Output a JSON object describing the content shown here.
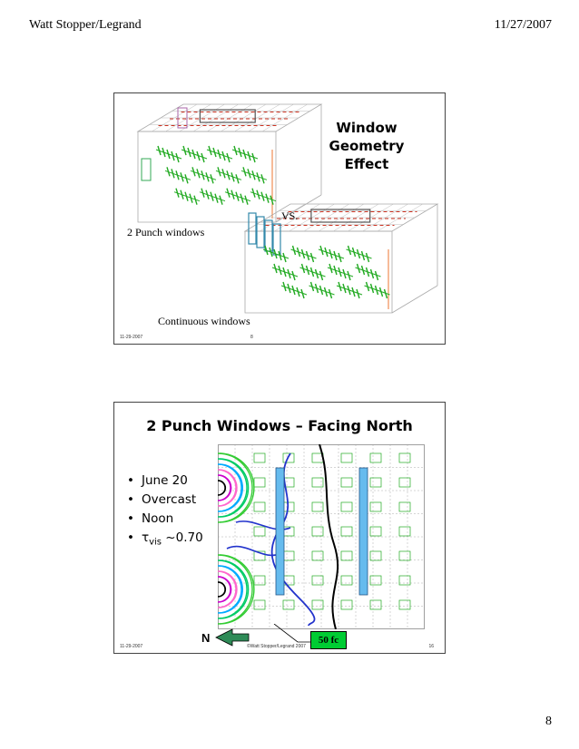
{
  "header": {
    "left": "Watt Stopper/Legrand",
    "right": "11/27/2007"
  },
  "page_number": "8",
  "slide1": {
    "title_lines": [
      "Window",
      "Geometry",
      "Effect"
    ],
    "label_punch": "2 Punch windows",
    "label_vs": "VS.",
    "label_continuous": "Continuous windows",
    "footer_date": "11-29-2007",
    "footer_num": "8"
  },
  "slide2": {
    "title": "2 Punch Windows – Facing North",
    "bullets": [
      "June 20",
      "Overcast",
      "Noon"
    ],
    "tvis_symbol": "τ",
    "tvis_sub": "vis",
    "tvis_value": " ~0.70",
    "north_label": "N",
    "fc_label": "50 fc",
    "footer_date": "11-29-2007",
    "footer_center": "©Watt Stopper/Legrand 2007",
    "footer_num": "16"
  },
  "colors": {
    "fc_badge": "#00cc33",
    "luminaire": "#66bbee",
    "furniture": "#22aa22"
  }
}
